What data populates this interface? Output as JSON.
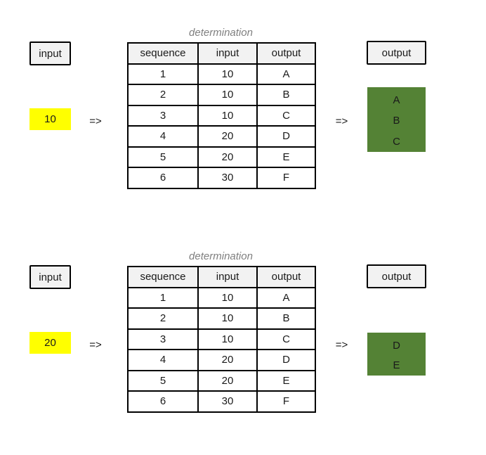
{
  "colors": {
    "highlight_yellow": "#ffff00",
    "highlight_green": "#548235",
    "header_gray": "#f2f2f2",
    "title_gray": "#7f7f7f",
    "border_black": "#000000"
  },
  "sections": [
    {
      "input_label": "input",
      "input_value": "10",
      "arrow_in": "=>",
      "arrow_out": "=>",
      "table": {
        "title": "determination",
        "headers": [
          "sequence",
          "input",
          "output"
        ],
        "rows": [
          {
            "sequence": "1",
            "input": "10",
            "output": "A",
            "highlighted": true
          },
          {
            "sequence": "2",
            "input": "10",
            "output": "B",
            "highlighted": true
          },
          {
            "sequence": "3",
            "input": "10",
            "output": "C",
            "highlighted": true
          },
          {
            "sequence": "4",
            "input": "20",
            "output": "D",
            "highlighted": false
          },
          {
            "sequence": "5",
            "input": "20",
            "output": "E",
            "highlighted": false
          },
          {
            "sequence": "6",
            "input": "30",
            "output": "F",
            "highlighted": false
          }
        ]
      },
      "output_label": "output",
      "output_values": [
        "A",
        "B",
        "C"
      ]
    },
    {
      "input_label": "input",
      "input_value": "20",
      "arrow_in": "=>",
      "arrow_out": "=>",
      "table": {
        "title": "determination",
        "headers": [
          "sequence",
          "input",
          "output"
        ],
        "rows": [
          {
            "sequence": "1",
            "input": "10",
            "output": "A",
            "highlighted": false
          },
          {
            "sequence": "2",
            "input": "10",
            "output": "B",
            "highlighted": false
          },
          {
            "sequence": "3",
            "input": "10",
            "output": "C",
            "highlighted": false
          },
          {
            "sequence": "4",
            "input": "20",
            "output": "D",
            "highlighted": true
          },
          {
            "sequence": "5",
            "input": "20",
            "output": "E",
            "highlighted": true
          },
          {
            "sequence": "6",
            "input": "30",
            "output": "F",
            "highlighted": false
          }
        ]
      },
      "output_label": "output",
      "output_values": [
        "D",
        "E"
      ]
    }
  ]
}
